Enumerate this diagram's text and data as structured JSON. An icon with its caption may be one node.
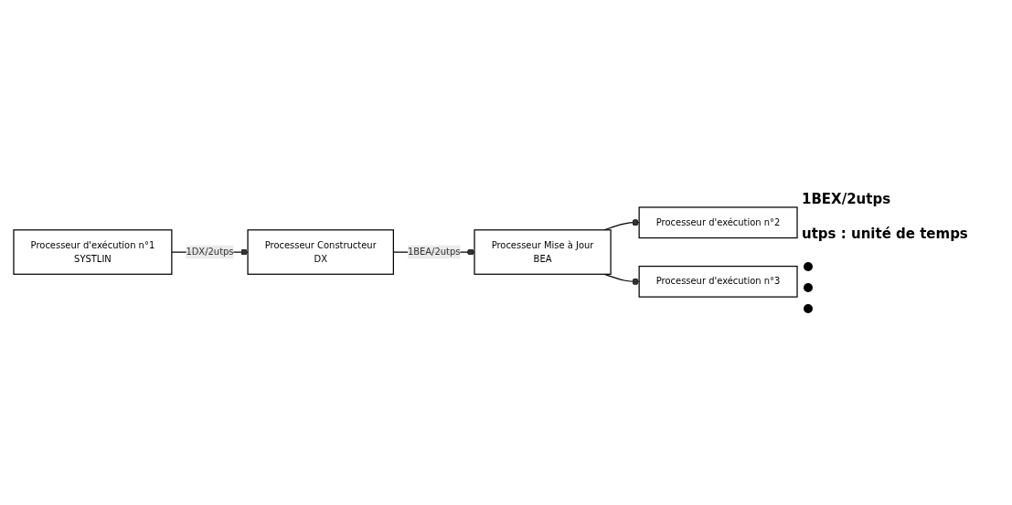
{
  "diagram": {
    "nodes": [
      {
        "text": [
          "Processeur d'exécution n°1",
          "SYSTLIN"
        ]
      },
      {
        "text": [
          "Processeur Constructeur",
          "DX"
        ]
      },
      {
        "text": [
          "Processeur Mise à Jour",
          "BEA"
        ]
      },
      {
        "text": [
          "Processeur d'exécution n°2"
        ]
      },
      {
        "text": [
          "Processeur d'exécution n°3"
        ]
      }
    ],
    "edges": [
      {
        "from": 0,
        "to": 1,
        "arrow": "other",
        "label": "1DX/2utps"
      },
      {
        "from": 1,
        "to": 2,
        "arrow": "other",
        "label": "1BEA/2utps"
      },
      {
        "from": 2,
        "to": 3,
        "arrow": "other"
      },
      {
        "from": 2,
        "to": 4,
        "arrow": "other"
      }
    ],
    "labels": [
      "1BEX/2utps",
      "utps : unité de temps"
    ]
  }
}
